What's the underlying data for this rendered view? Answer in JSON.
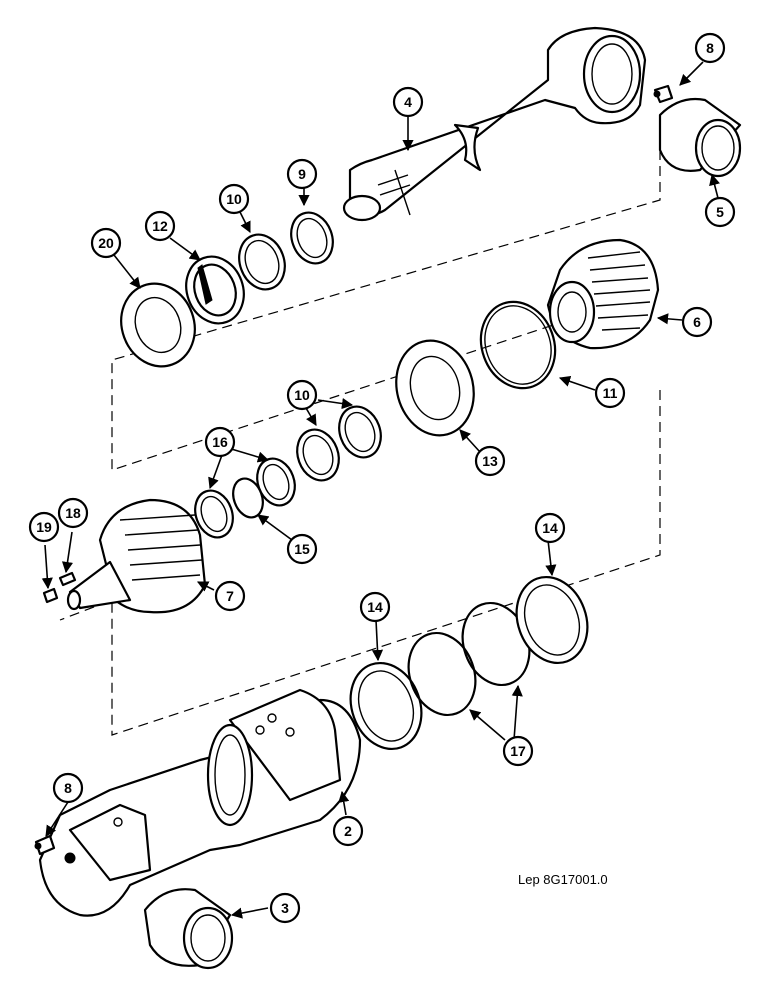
{
  "callouts": {
    "c2": "2",
    "c3": "3",
    "c4": "4",
    "c5": "5",
    "c6": "6",
    "c7": "7",
    "c8a": "8",
    "c8b": "8",
    "c9": "9",
    "c10a": "10",
    "c10b": "10",
    "c11": "11",
    "c12": "12",
    "c13": "13",
    "c14a": "14",
    "c14b": "14",
    "c15": "15",
    "c16": "16",
    "c17": "17",
    "c18": "18",
    "c19": "19",
    "c20": "20"
  },
  "reference": "Lep 8G17001.0"
}
